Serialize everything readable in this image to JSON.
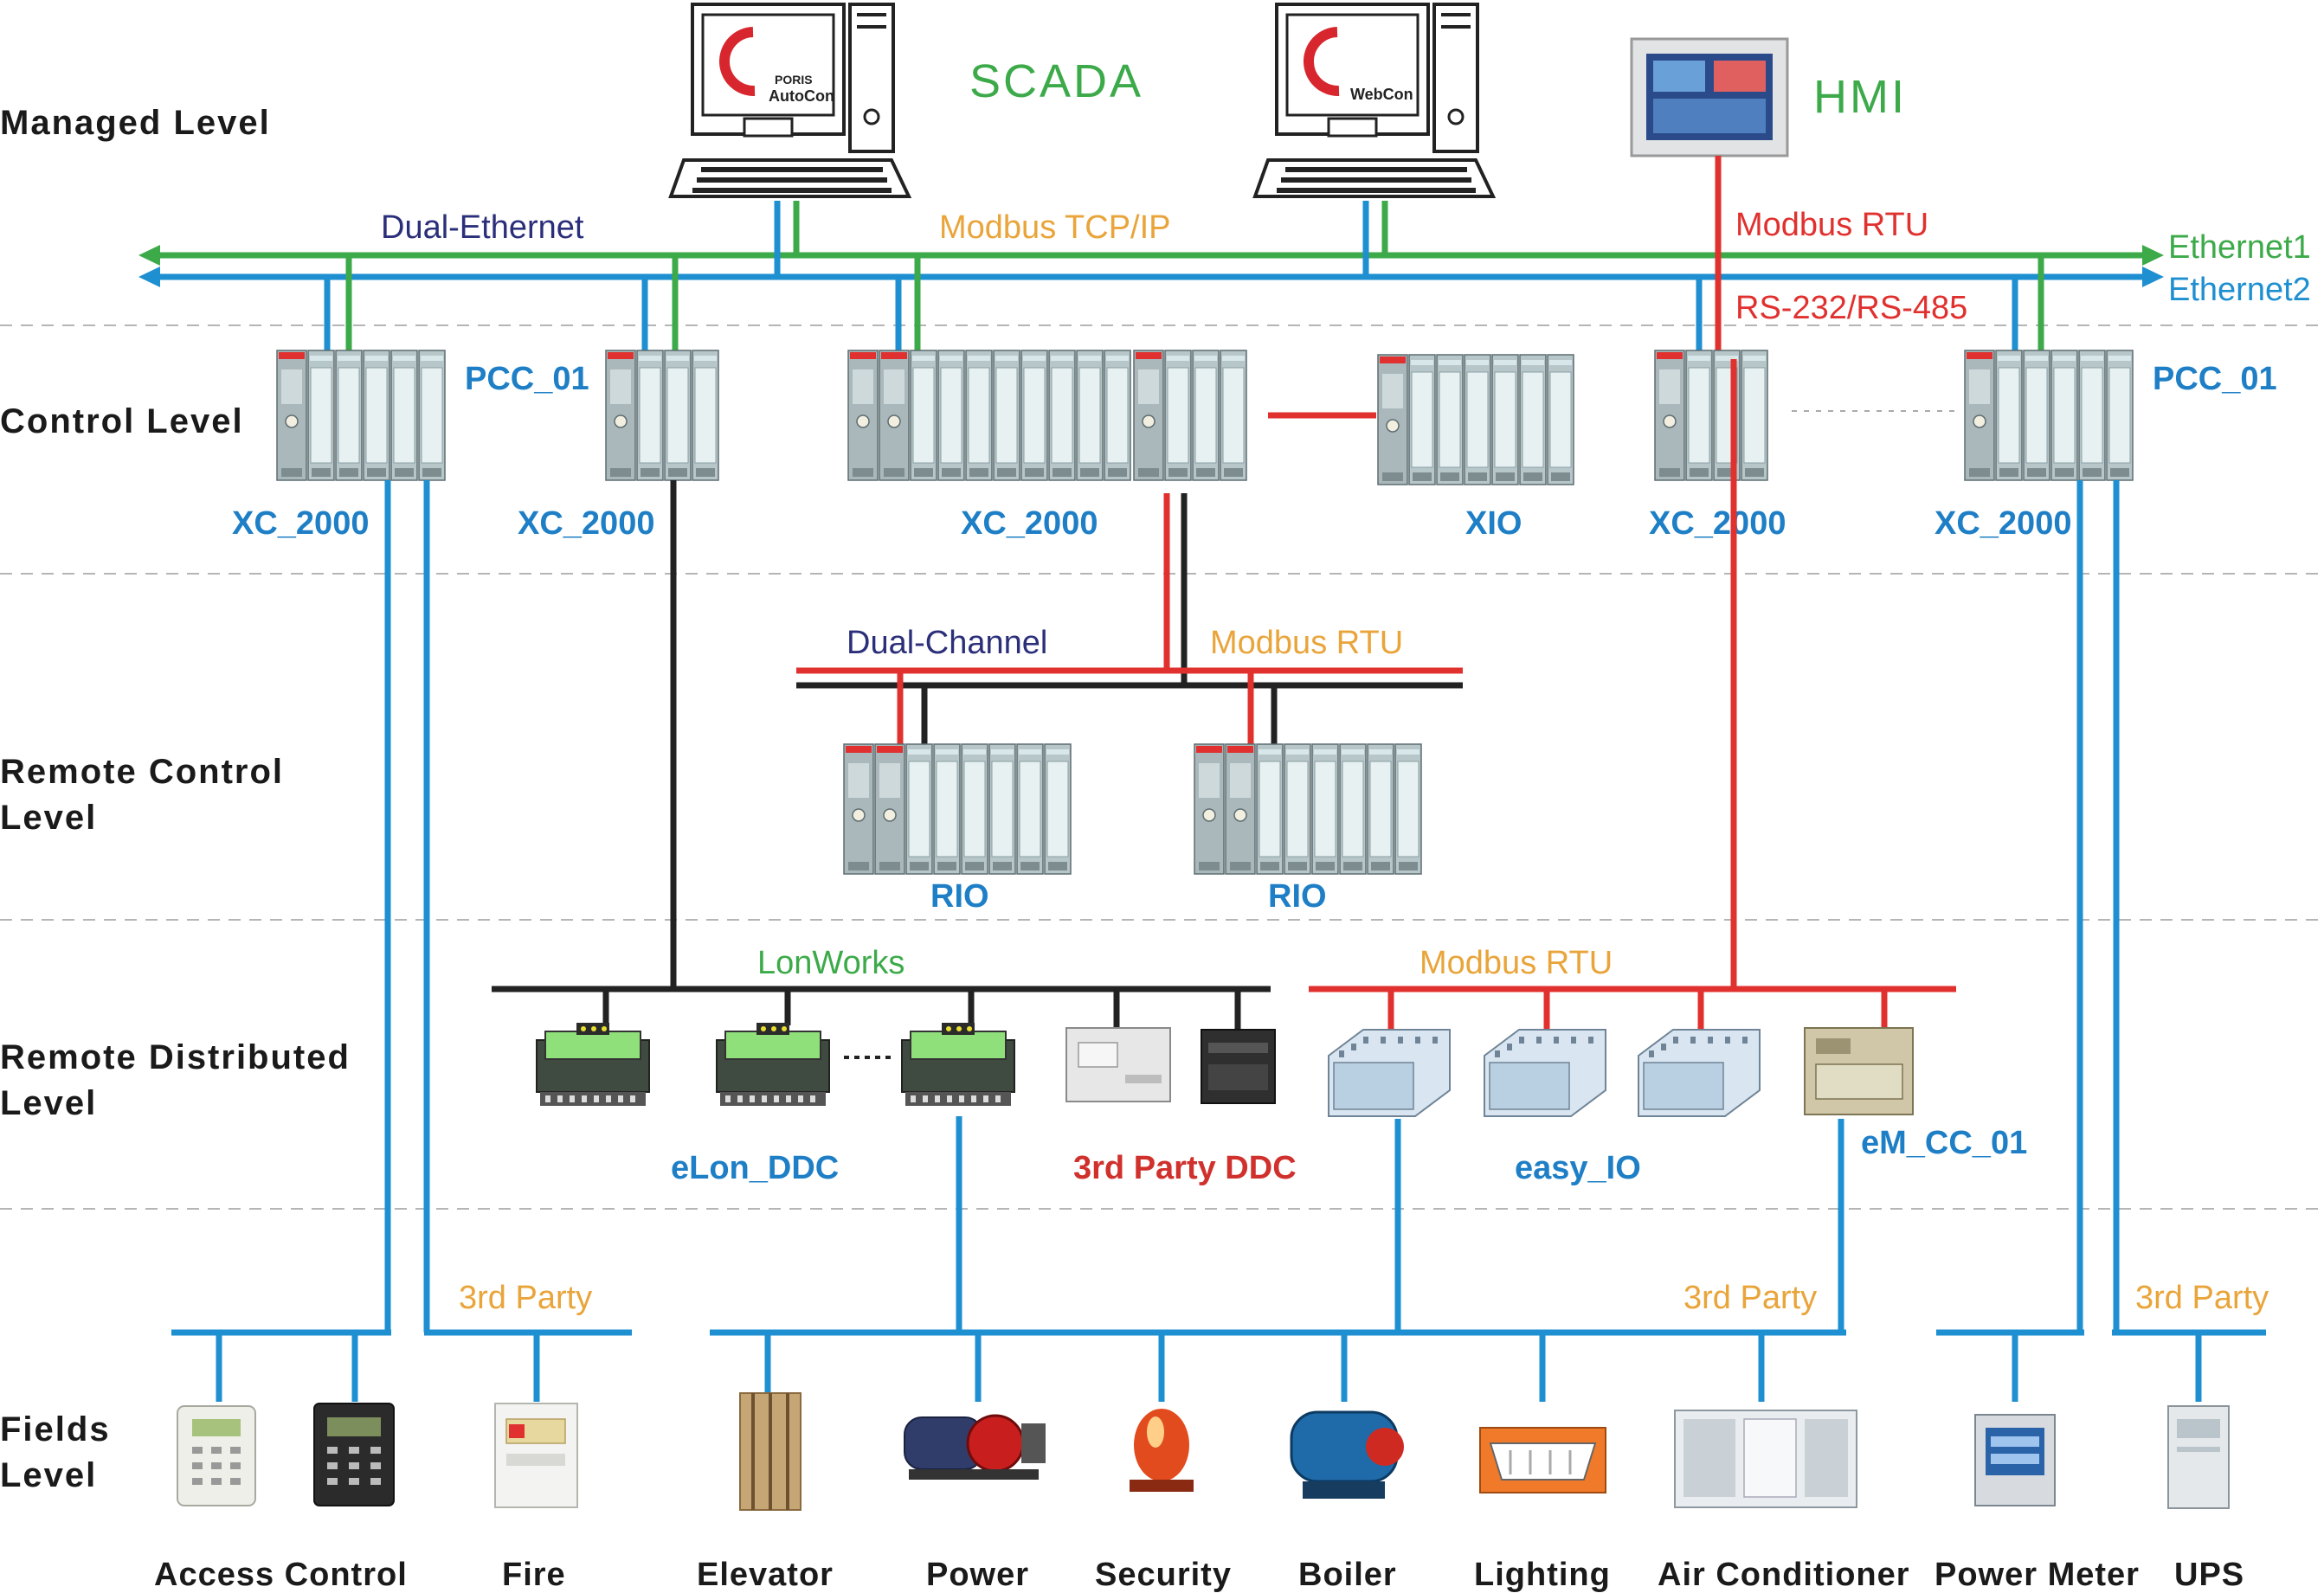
{
  "levels": {
    "managed": "Managed  Level",
    "control": "Control  Level",
    "remote_control_1": "Remote  Control",
    "remote_control_2": "Level",
    "remote_distributed_1": "Remote  Distributed",
    "remote_distributed_2": "Level",
    "fields_1": "Fields",
    "fields_2": "Level"
  },
  "managed": {
    "scada_label": "SCADA",
    "hmi_label": "HMI",
    "autocon_brand_1": "PORIS",
    "autocon_brand_2": "AutoCon",
    "webcon_brand": "WebCon"
  },
  "buses": {
    "dual_ethernet": "Dual-Ethernet",
    "modbus_tcp": "Modbus TCP/IP",
    "modbus_rtu_top": "Modbus RTU",
    "ethernet1": "Ethernet1",
    "ethernet2": "Ethernet2",
    "rs232": "RS-232/RS-485",
    "dual_channel": "Dual-Channel",
    "modbus_rtu_mid": "Modbus RTU",
    "lonworks": "LonWorks",
    "modbus_rtu_low": "Modbus RTU",
    "third_party_1": "3rd Party",
    "third_party_2": "3rd Party",
    "third_party_3": "3rd Party"
  },
  "devices": {
    "pcc_left": "PCC_01",
    "pcc_right": "PCC_01",
    "xc_1": "XC_2000",
    "xc_2": "XC_2000",
    "xc_3": "XC_2000",
    "xio": "XIO",
    "xc_4": "XC_2000",
    "xc_5": "XC_2000",
    "rio_1": "RIO",
    "rio_2": "RIO",
    "elon_ddc": "eLon_DDC",
    "third_party_ddc": "3rd Party DDC",
    "easy_io": "easy_IO",
    "em_cc": "eM_CC_01"
  },
  "fields": {
    "access_control": "Access Control",
    "fire": "Fire",
    "elevator": "Elevator",
    "power": "Power",
    "security": "Security",
    "boiler": "Boiler",
    "lighting": "Lighting",
    "air_conditioner": "Air Conditioner",
    "power_meter": "Power Meter",
    "ups": "UPS"
  },
  "colors": {
    "ethernet1": "#3daa4a",
    "ethernet2": "#1e8fd0",
    "rs485": "#e0312f",
    "lonworks": "#222222",
    "label_orange": "#e9a43a",
    "label_navy": "#2b2f7a",
    "device_blue": "#1e7fc6"
  }
}
